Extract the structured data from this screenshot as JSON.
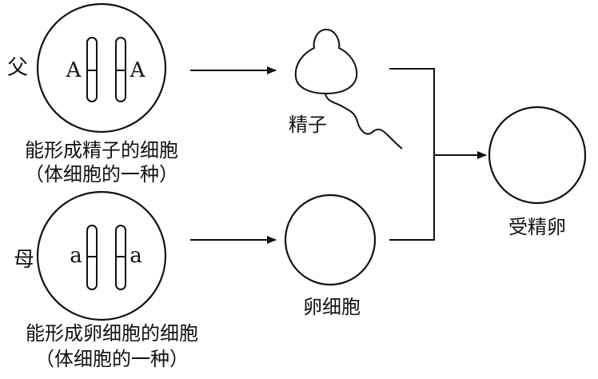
{
  "father": {
    "label": "父",
    "allele_left": "A",
    "allele_right": "A",
    "caption_line1": "能形成精子的细胞",
    "caption_line2": "（体细胞的一种）"
  },
  "mother": {
    "label": "母",
    "allele_left": "a",
    "allele_right": "a",
    "caption_line1": "能形成卵细胞的细胞",
    "caption_line2": "（体细胞的一种）"
  },
  "sperm": {
    "label": "精子"
  },
  "egg": {
    "label": "卵细胞"
  },
  "zygote": {
    "label": "受精卵"
  }
}
